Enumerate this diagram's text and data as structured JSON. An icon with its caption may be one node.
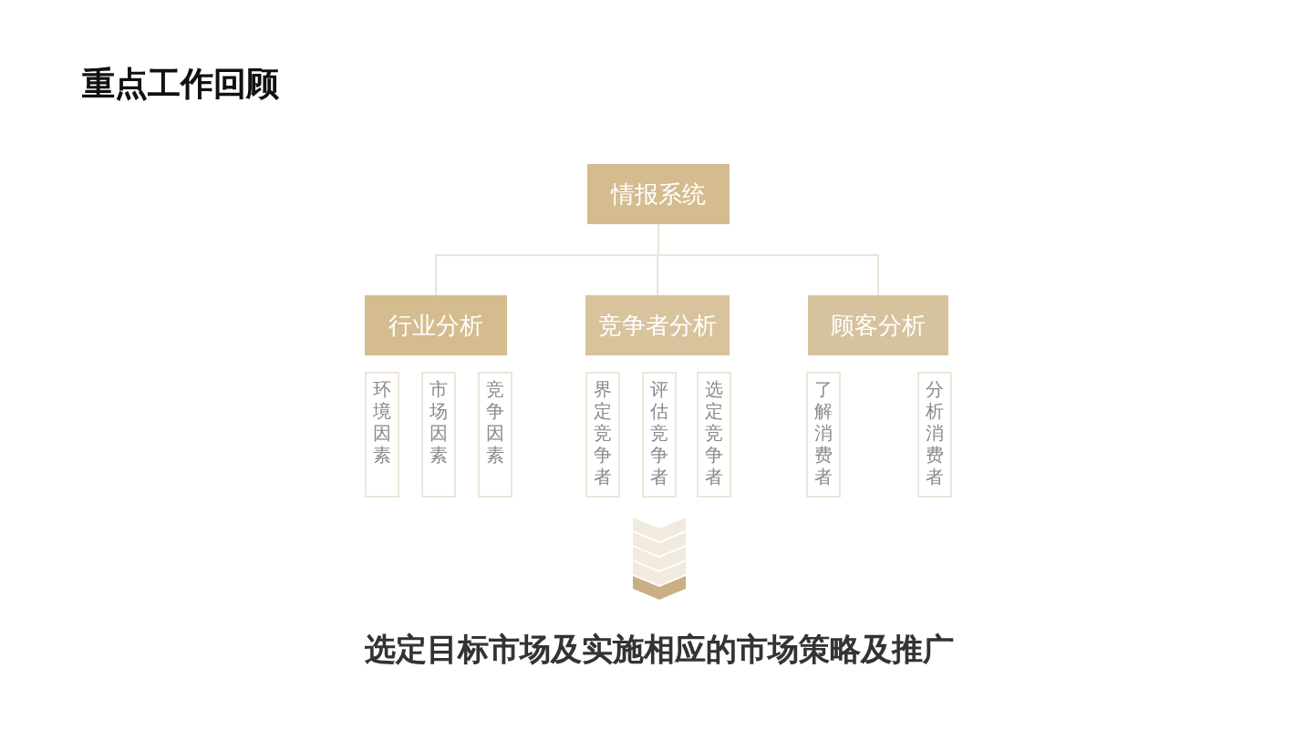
{
  "diagram": {
    "title": "重点工作回顾",
    "nodes": [
      {
        "text": [
          "情报系统"
        ]
      },
      {
        "text": [
          "行业分析"
        ]
      },
      {
        "text": [
          "竞争者分析"
        ]
      },
      {
        "text": [
          "顾客分析"
        ]
      },
      {
        "text": [
          "环境因素"
        ]
      },
      {
        "text": [
          "市场因素"
        ]
      },
      {
        "text": [
          "竞争因素"
        ]
      },
      {
        "text": [
          "界定竞争者"
        ]
      },
      {
        "text": [
          "评估竞争者"
        ]
      },
      {
        "text": [
          "选定竞争者"
        ]
      },
      {
        "text": [
          "了解消费者"
        ]
      },
      {
        "text": [
          "分析消费者"
        ]
      },
      {
        "text": [
          "选定目标市场及实施相应的市场策略及推广"
        ]
      }
    ],
    "edges": [
      {
        "from": 0,
        "to": 1,
        "arrow": "none"
      },
      {
        "from": 0,
        "to": 2,
        "arrow": "none"
      },
      {
        "from": 0,
        "to": 3,
        "arrow": "none"
      }
    ]
  }
}
